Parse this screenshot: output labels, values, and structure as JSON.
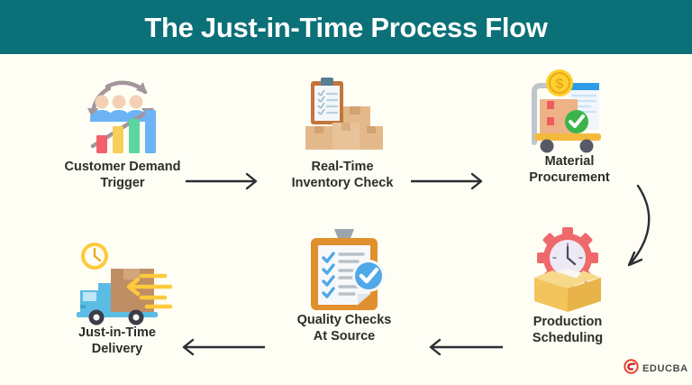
{
  "header": {
    "title": "The Just-in-Time Process Flow",
    "band_color": "#0B7077",
    "title_color": "#FFFFFF"
  },
  "canvas": {
    "background_color": "#FFFEF4",
    "label_color": "#2D2D2A"
  },
  "flow": {
    "steps": [
      {
        "id": "customer-demand-trigger",
        "label": "Customer Demand\nTrigger",
        "icon": "people-bar-chart-growth-icon",
        "colors": {
          "people_body": "#6CB4F5",
          "people_head": "#F3D0B6",
          "bar_red": "#F2616B",
          "bar_yellow": "#F7CF5B",
          "bar_green": "#5BD6A0",
          "bar_blue": "#6CB4F5",
          "arrow_gray": "#A3969B"
        }
      },
      {
        "id": "real-time-inventory-check",
        "label": "Real-Time\nInventory Check",
        "icon": "clipboard-boxes-icon",
        "colors": {
          "box_light": "#E3B98B",
          "box_dark": "#D2A271",
          "clipboard_frame": "#C5743A",
          "clipboard_paper": "#F3F7FA",
          "clip": "#5A7D94"
        }
      },
      {
        "id": "material-procurement",
        "label": "Material\nProcurement",
        "icon": "hand-truck-invoice-coin-icon",
        "colors": {
          "cart": "#F5B93C",
          "box": "#EEB288",
          "coin": "#FFD02E",
          "doc_header": "#2C9BE8",
          "check_badge": "#3CB44A"
        }
      },
      {
        "id": "production-scheduling",
        "label": "Production\nScheduling",
        "icon": "gear-clock-box-icon",
        "colors": {
          "gear": "#EE6A6A",
          "clock_face": "#EEEAF5",
          "box_top": "#F6D98A",
          "box_left": "#F2C45C",
          "box_right": "#E8B449"
        }
      },
      {
        "id": "quality-checks-at-source",
        "label": "Quality Checks\nAt Source",
        "icon": "clipboard-checklist-badge-icon",
        "colors": {
          "frame": "#E0902F",
          "paper": "#F7F8FA",
          "clip": "#9AA5AD",
          "check": "#4FA8E8",
          "line": "#B9C1C8",
          "badge": "#4FA8E8"
        }
      },
      {
        "id": "just-in-time-delivery",
        "label": "Just-in-Time\nDelivery",
        "icon": "delivery-truck-clock-icon",
        "colors": {
          "truck": "#5BBCE4",
          "cargo": "#C08E64",
          "cargo_light": "#D3A77C",
          "wheel": "#3D3D48",
          "clock": "#FFC93C",
          "speed_lines": "#FFC93C"
        }
      }
    ],
    "arrows": [
      {
        "id": "arrow-demand-to-inventory",
        "direction": "right",
        "style": "straight"
      },
      {
        "id": "arrow-inventory-to-procurement",
        "direction": "right",
        "style": "straight"
      },
      {
        "id": "arrow-procurement-to-production",
        "direction": "down-left",
        "style": "curved"
      },
      {
        "id": "arrow-production-to-quality",
        "direction": "left",
        "style": "straight"
      },
      {
        "id": "arrow-quality-to-delivery",
        "direction": "left",
        "style": "straight"
      }
    ],
    "arrow_color": "#2D2D35"
  },
  "branding": {
    "logo_text": "EDUCBA",
    "logo_mark_color": "#E8402A",
    "logo_text_color": "#4A4A4A"
  }
}
